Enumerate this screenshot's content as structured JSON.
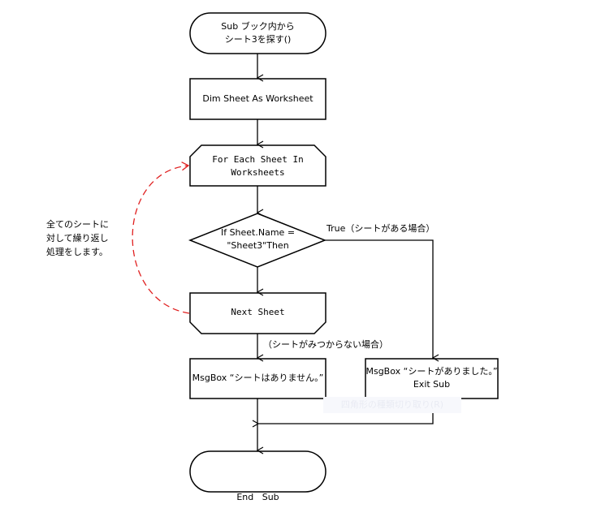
{
  "diagram": {
    "title": "Sub ブック内からシート3を探す() flowchart",
    "nodes": {
      "start": {
        "type": "terminator",
        "lines": [
          "Sub ブック内から",
          "シート3を探す()"
        ]
      },
      "dim": {
        "type": "process",
        "lines": [
          "Dim Sheet As Worksheet"
        ]
      },
      "loop_start": {
        "type": "loop-start",
        "lines": [
          "For Each Sheet In",
          "Worksheets"
        ]
      },
      "decision": {
        "type": "decision",
        "lines": [
          "If Sheet.Name =",
          "\"Sheet3\"Then"
        ]
      },
      "loop_end": {
        "type": "loop-end",
        "lines": [
          "Next Sheet"
        ]
      },
      "msg_not_found": {
        "type": "process",
        "lines": [
          "MsgBox “シートはありません。”"
        ]
      },
      "msg_found": {
        "type": "process",
        "lines": [
          "MsgBox “シートがありました。”",
          "Exit Sub"
        ]
      },
      "end": {
        "type": "terminator",
        "lines": [
          "End   Sub"
        ]
      }
    },
    "edge_labels": {
      "true_branch": "True（シートがある場合）",
      "not_found_branch": "（シートがみつからない場合）"
    },
    "annotation": {
      "lines": [
        "全てのシートに",
        "対して繰り返し",
        "処理をします。"
      ],
      "loop_arrow_color": "#e02020"
    },
    "ghost_tooltip": "四角形の種類切り取り(R)"
  }
}
